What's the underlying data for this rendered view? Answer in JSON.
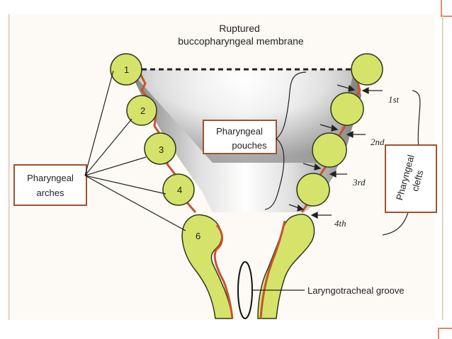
{
  "top_label": {
    "line1": "Ruptured",
    "line2": "buccopharyngeal membrane"
  },
  "arches": {
    "label_line1": "Pharyngeal",
    "label_line2": "arches",
    "numbers": [
      "1",
      "2",
      "3",
      "4",
      "6"
    ]
  },
  "pouches": {
    "label_line1": "Pharyngeal",
    "label_line2": "pouches"
  },
  "clefts": {
    "label_line1": "Pharyngeal",
    "label_line2": "clefts",
    "numbers": [
      "1st",
      "2nd",
      "3rd",
      "4th"
    ]
  },
  "groove_label": "Laryngotracheal groove",
  "colors": {
    "arch_fill": "#d6e36a",
    "arch_outline": "#2d3a18",
    "endoderm": "#c9532e",
    "label_box_border": "#a0522d",
    "page_border": "#e08a6b"
  }
}
